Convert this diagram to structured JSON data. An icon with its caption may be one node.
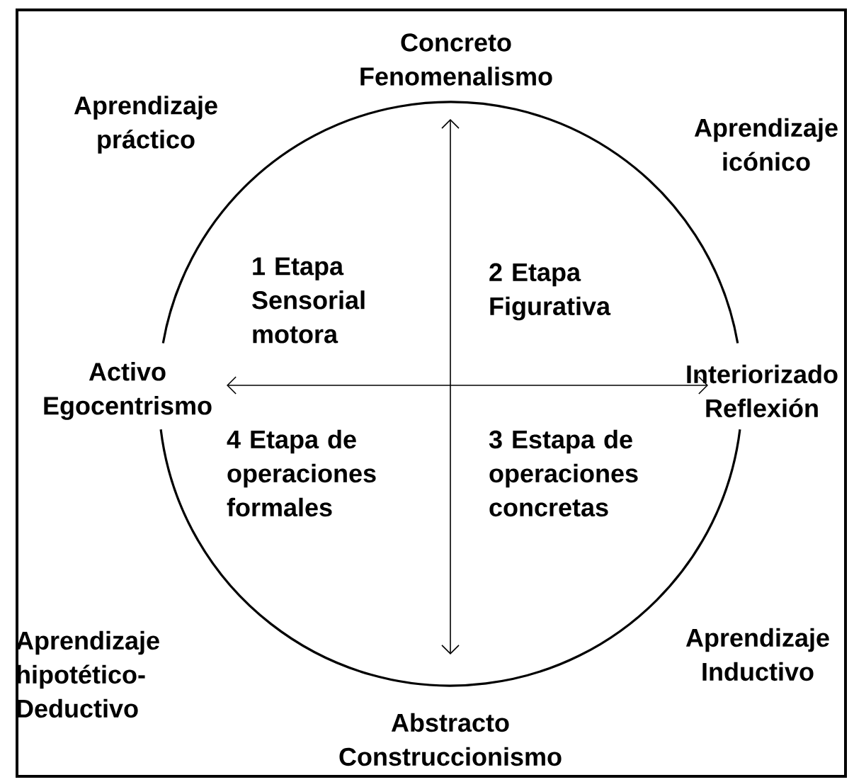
{
  "diagram": {
    "nodes": [
      {
        "text": [
          "1 Etapa Sensorial motora",
          "2 Etapa Figurativa",
          "4 Etapa de operaciones formales",
          "3 Estapa de operaciones concretas"
        ]
      }
    ],
    "labels": [
      "Concreto Fenomenalismo",
      "Aprendizaje práctico",
      "Aprendizaje icónico",
      "Activo Egocentrismo",
      "Interiorizado Reflexión",
      "Aprendizaje hipotético-Deductivo",
      "Aprendizaje Inductivo",
      "Abstracto Construccionismo"
    ]
  }
}
